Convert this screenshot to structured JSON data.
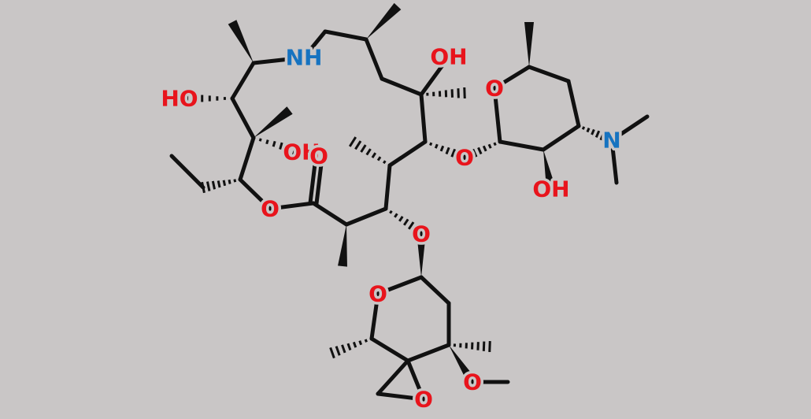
{
  "colors": {
    "background": "#c9c6c6",
    "bond": "#111111",
    "oxygen": "#e8141c",
    "nitrogen": "#1673c0"
  },
  "atom_labels": [
    {
      "name": "nh-label",
      "text": "NH",
      "element": "N"
    },
    {
      "name": "oh-label-c11",
      "text": "OH",
      "element": "O"
    },
    {
      "name": "oh-label-c12",
      "text": "HO",
      "element": "O"
    },
    {
      "name": "oh-label-c13",
      "text": "OH",
      "element": "O"
    },
    {
      "name": "carbonyl-o-label",
      "text": "O",
      "element": "O"
    },
    {
      "name": "lactone-o-label",
      "text": "O",
      "element": "O"
    },
    {
      "name": "glycoside-o-label-1",
      "text": "O",
      "element": "O"
    },
    {
      "name": "glycoside-o-label-2",
      "text": "O",
      "element": "O"
    },
    {
      "name": "desosamine-ring-o-label",
      "text": "O",
      "element": "O"
    },
    {
      "name": "desosamine-oh-label",
      "text": "OH",
      "element": "O"
    },
    {
      "name": "dimethylamino-n-label",
      "text": "N",
      "element": "N"
    },
    {
      "name": "cladinose-ring-o-label",
      "text": "O",
      "element": "O"
    },
    {
      "name": "methoxy-o-label",
      "text": "O",
      "element": "O"
    },
    {
      "name": "epoxide-o-label",
      "text": "O",
      "element": "O"
    }
  ]
}
